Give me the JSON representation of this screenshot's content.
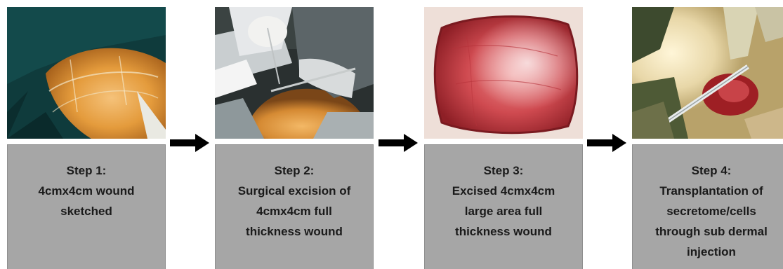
{
  "steps": [
    {
      "text": "Step 1:\n4cmx4cm wound\nsketched",
      "photo_icon": "marked-skin-photo"
    },
    {
      "text": "Step 2:\nSurgical excision of\n4cmx4cm full\nthickness wound",
      "photo_icon": "surgery-photo"
    },
    {
      "text": "Step 3:\nExcised 4cmx4cm\nlarge area full\nthickness wound",
      "photo_icon": "wound-photo"
    },
    {
      "text": "Step 4:\nTransplantation of\nsecretome/cells\nthrough sub dermal\ninjection",
      "photo_icon": "injection-photo"
    }
  ],
  "colors": {
    "box_fill": "#a6a6a6",
    "box_text": "#1a1a1a",
    "arrow": "#000000"
  }
}
